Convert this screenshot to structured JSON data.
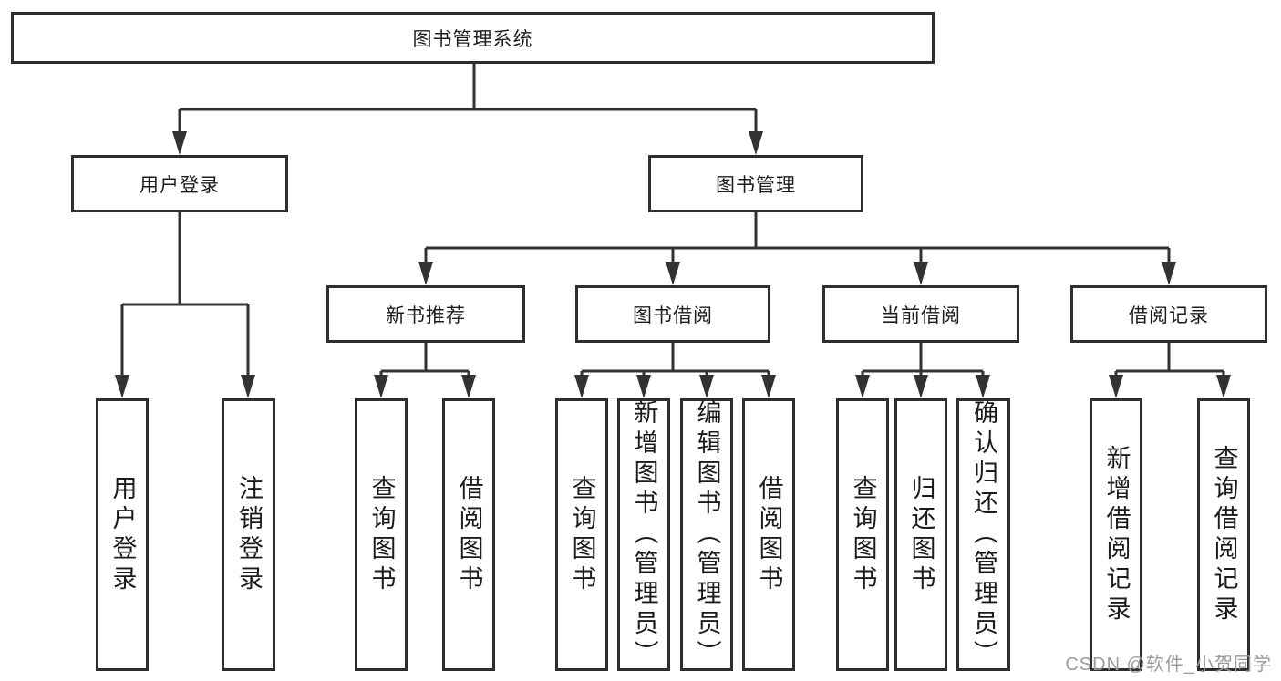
{
  "diagram": {
    "tree": {
      "root": {
        "label": "图书管理系统"
      },
      "branches": [
        {
          "label": "用户登录",
          "children": [
            {
              "label": "用户登录"
            },
            {
              "label": "注销登录"
            }
          ]
        },
        {
          "label": "图书管理",
          "children": [
            {
              "label": "新书推荐",
              "children": [
                {
                  "label": "查询图书"
                },
                {
                  "label": "借阅图书"
                }
              ]
            },
            {
              "label": "图书借阅",
              "children": [
                {
                  "label": "查询图书"
                },
                {
                  "label": "新增图书（管理员）"
                },
                {
                  "label": "编辑图书（管理员）"
                },
                {
                  "label": "借阅图书"
                }
              ]
            },
            {
              "label": "当前借阅",
              "children": [
                {
                  "label": "查询图书"
                },
                {
                  "label": "归还图书"
                },
                {
                  "label": "确认归还（管理员）"
                }
              ]
            },
            {
              "label": "借阅记录",
              "children": [
                {
                  "label": "新增借阅记录"
                },
                {
                  "label": "查询借阅记录"
                }
              ]
            }
          ]
        }
      ]
    },
    "colors": {
      "line": "#333333",
      "box_border": "#2e2e2e",
      "text": "#1c1c1c",
      "watermark": "#9b9b9b",
      "background": "#ffffff"
    }
  },
  "watermark": {
    "text": "CSDN @软件_小贺同学"
  }
}
